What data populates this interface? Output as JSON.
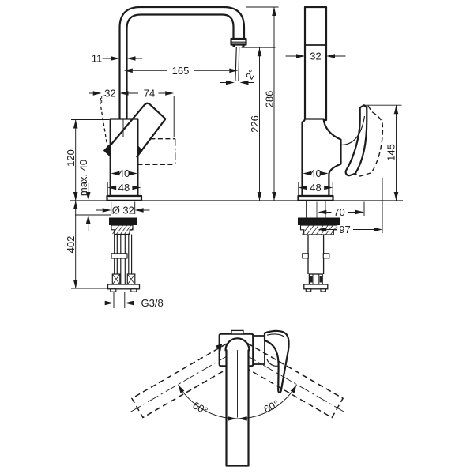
{
  "views": {
    "side": {
      "pipe_width": "11",
      "reach": "165",
      "handle_back": "32",
      "handle_travel": "74",
      "stream_angle": "2°",
      "height_to_spout": "226",
      "height_total": "286",
      "body_height": "120",
      "max_mount": "max. 40",
      "body_width": "40",
      "base_width": "48",
      "hole_dia": "Ø 32",
      "below_deck": "402",
      "thread": "G3/8"
    },
    "front": {
      "spout_width": "32",
      "handle_height": "145",
      "body_width": "40",
      "base_width": "48",
      "center_to_handle": "70",
      "center_to_handle_max": "97"
    },
    "top": {
      "swivel_left": "60°",
      "swivel_right": "60°"
    }
  }
}
